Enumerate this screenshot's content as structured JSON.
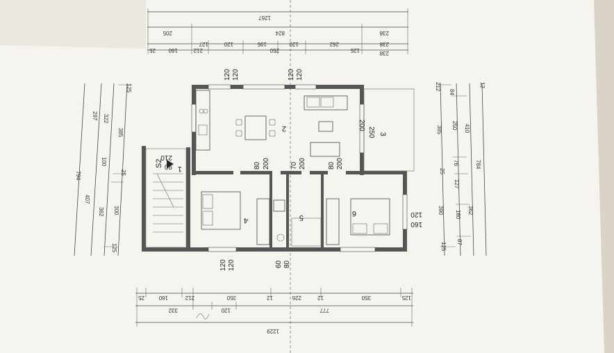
{
  "colors": {
    "paper": "#f6f4ee",
    "wall": "#555555",
    "ink": "#333333"
  },
  "top_dims": {
    "row1": [
      "1267"
    ],
    "row2": [
      "205",
      "824",
      "238"
    ],
    "row3": [
      "127",
      "120",
      "195",
      "120",
      "262",
      "238"
    ],
    "row4": [
      "25",
      "160",
      "212",
      "250",
      "125",
      "238"
    ]
  },
  "bottom_dims": {
    "row1": [
      "25",
      "160",
      "212",
      "350",
      "12",
      "226",
      "12",
      "350",
      "125"
    ],
    "row2": [
      "332",
      "120",
      "777"
    ],
    "row3": [
      "1229"
    ]
  },
  "left_dims": {
    "col1": [
      "794"
    ],
    "col2": [
      "297",
      "407"
    ],
    "col3": [
      "322",
      "362"
    ],
    "col4": [
      "385",
      "100",
      "300"
    ],
    "col5": [
      "25",
      "125",
      "125"
    ]
  },
  "right_dims": {
    "col1": [
      "385",
      "25",
      "125"
    ],
    "col2": [
      "84",
      "250",
      "76",
      "127",
      "160",
      "87"
    ],
    "col3": [
      "410",
      "390"
    ],
    "col4": [
      "784",
      "362"
    ],
    "col5": [
      "12",
      "212"
    ]
  },
  "openings": {
    "top_left": [
      "120",
      "120"
    ],
    "top_mid": [
      "120",
      "120"
    ],
    "room1": [
      "210",
      "90"
    ],
    "door_a": [
      "80",
      "200"
    ],
    "door_b": [
      "70",
      "200"
    ],
    "door_c": [
      "80",
      "200"
    ],
    "room3": [
      "250",
      "200"
    ],
    "room6": [
      "120",
      "160"
    ],
    "bottom_a": [
      "120",
      "120"
    ],
    "bottom_b": [
      "60",
      "80"
    ]
  },
  "rooms": [
    "1",
    "2",
    "3",
    "4",
    "5",
    "6"
  ],
  "section_mark": "S2"
}
